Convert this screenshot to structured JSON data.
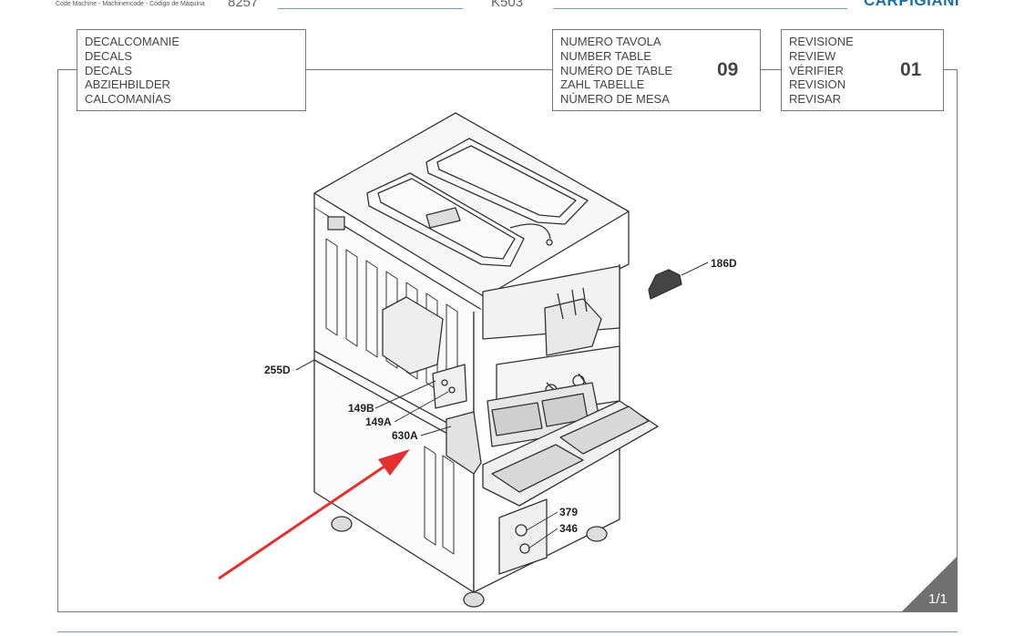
{
  "header": {
    "codes_label": "Code Machine - Machinencode - Código de Máquina",
    "machine_code": "8257",
    "model": "K503",
    "brand": "CARPIGIANI"
  },
  "section_box": {
    "lines": [
      "DECALCOMANIE",
      "DECALS",
      "DECALS",
      "ABZIEHBILDER",
      "CALCOMANÍAS"
    ]
  },
  "table_box": {
    "lines": [
      "NUMERO TAVOLA",
      "NUMBER TABLE",
      "NUMÉRO DE TABLE",
      "ZAHL TABELLE",
      "NÚMERO DE MESA"
    ],
    "value": "09"
  },
  "revision_box": {
    "lines": [
      "REVISIONE",
      "REVIEW",
      "VÉRIFIER",
      "REVISION",
      "REVISAR"
    ],
    "value": "01"
  },
  "callouts": {
    "c186d": "186D",
    "c255d": "255D",
    "c149b": "149B",
    "c149a": "149A",
    "c630a": "630A",
    "c379": "379",
    "c346": "346"
  },
  "page_indicator": "1/1",
  "colors": {
    "frame_border": "#777777",
    "header_rule": "#7a9ab0",
    "brand_blue": "#1b6fa8",
    "arrow_red": "#e53030",
    "corner_gray": "#707070"
  },
  "icons": {
    "page_corner": "folded-corner-icon",
    "pointer": "red-arrow-icon"
  }
}
